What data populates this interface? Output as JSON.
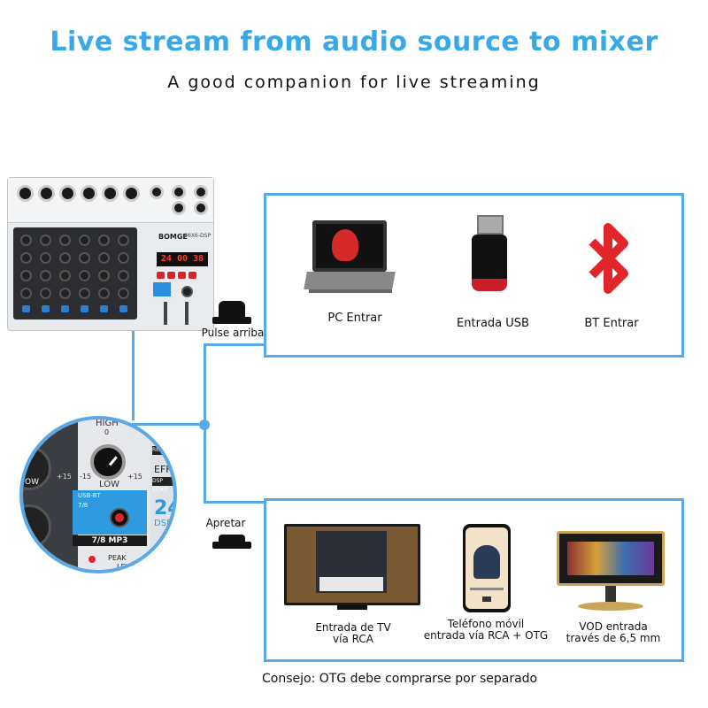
{
  "header": {
    "title": "Live stream from audio source to mixer",
    "subtitle": "A good companion for live streaming"
  },
  "mixer": {
    "brand": "BOMGE",
    "model": "MIX6-DSP",
    "display": "24 00 38"
  },
  "buttons": {
    "press_up": "Pulse arriba",
    "press_down": "Apretar"
  },
  "zoom": {
    "high_label": "HIGH",
    "zero": "0",
    "minus15": "-15",
    "plus15": "+15",
    "low_label": "LOW",
    "low_left": "OW",
    "plus15_left": "+15",
    "effect_label": "EFF",
    "dsp_echo": "DSP ECHO",
    "rec": "REC",
    "usb_bt": "USB-BT",
    "seven_eight": "7/8",
    "dsp_num": "24",
    "dsp_text": "DSP",
    "mp3_label": "7/8 MP3",
    "peak": "PEAK",
    "level": "LEVEL"
  },
  "inputs_top": [
    {
      "label": "PC Entrar",
      "icon": "laptop-icon"
    },
    {
      "label": "Entrada USB",
      "icon": "usb-drive-icon"
    },
    {
      "label": "BT Entrar",
      "icon": "bluetooth-icon"
    }
  ],
  "inputs_bottom": [
    {
      "line1": "Entrada de TV",
      "line2": "vía RCA",
      "icon": "tv-icon"
    },
    {
      "line1": "Teléfono móvil",
      "line2": "entrada vía RCA + OTG",
      "icon": "smartphone-icon"
    },
    {
      "line1": "VOD entrada",
      "line2": "través de 6,5 mm",
      "icon": "vod-monitor-icon"
    }
  ],
  "footer": {
    "tip": "Consejo: OTG debe comprarse por separado"
  },
  "colors": {
    "title_blue": "#36a9e8",
    "frame_blue": "#5aa9e6",
    "bt_red": "#e0262b"
  }
}
